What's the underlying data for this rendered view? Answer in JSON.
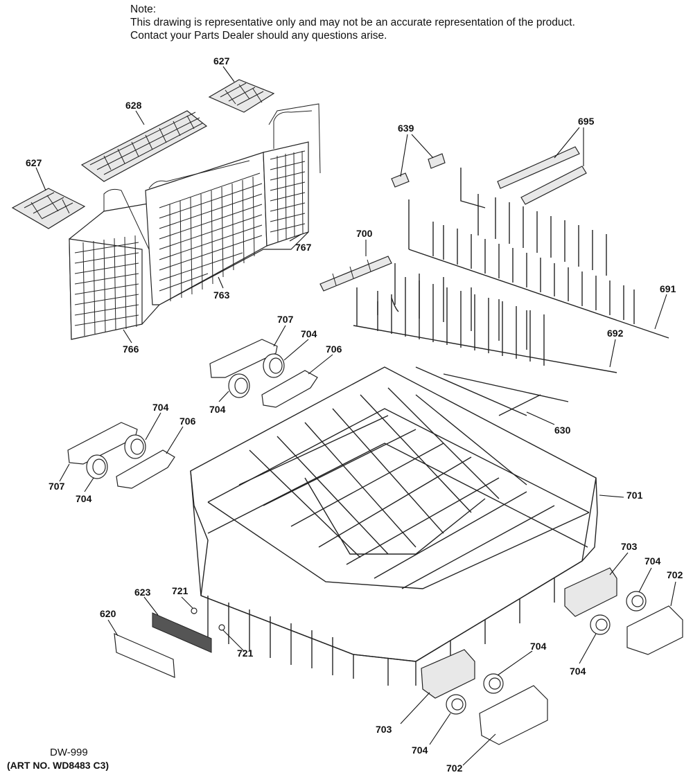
{
  "note": {
    "title": "Note:",
    "line1": "This drawing is representative only and may not be an accurate representation of the product.",
    "line2": "Contact your Parts Dealer should any questions arise."
  },
  "footer": {
    "diagram_code": "DW-999",
    "art_number": "(ART NO. WD8483 C3)"
  },
  "callouts": {
    "c627a": "627",
    "c627b": "627",
    "c628": "628",
    "c767": "767",
    "c763": "763",
    "c766": "766",
    "c639": "639",
    "c695": "695",
    "c700": "700",
    "c691": "691",
    "c692": "692",
    "c630": "630",
    "c707a": "707",
    "c704a": "704",
    "c706a": "706",
    "c704b": "704",
    "c704c": "704",
    "c706b": "706",
    "c707b": "707",
    "c704d": "704",
    "c701": "701",
    "c703a": "703",
    "c704e": "704",
    "c702a": "702",
    "c704f": "704",
    "c623": "623",
    "c721a": "721",
    "c620": "620",
    "c721b": "721",
    "c704g": "704",
    "c703b": "703",
    "c704h": "704",
    "c702b": "702"
  }
}
